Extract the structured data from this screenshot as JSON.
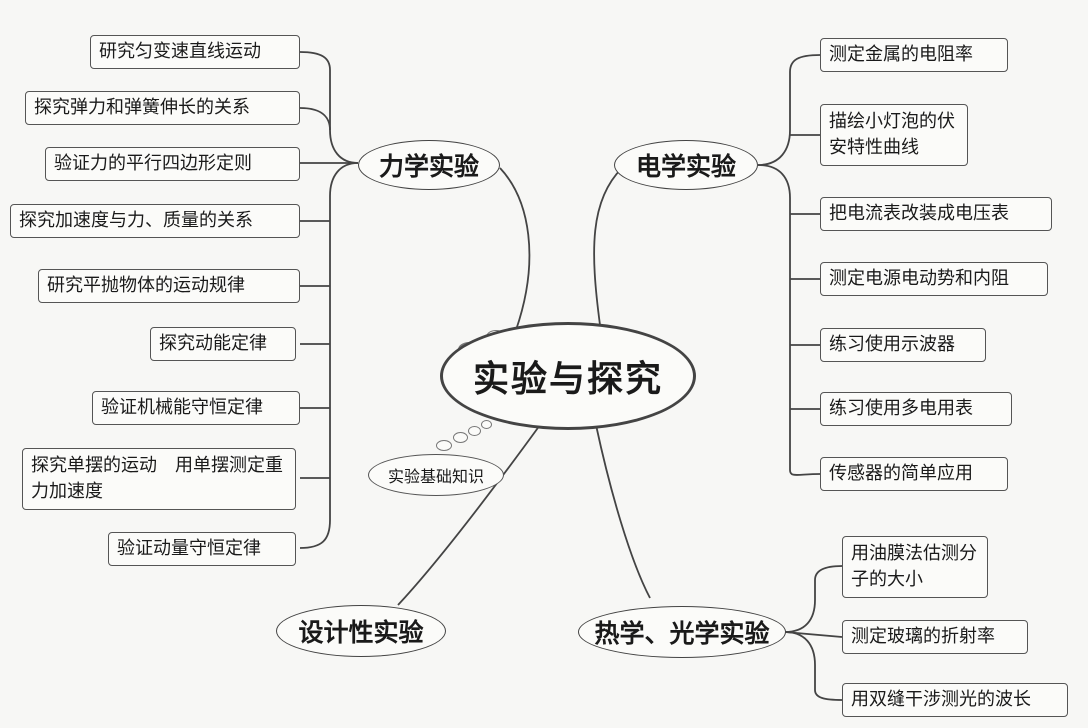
{
  "center": {
    "title": "实验与探究"
  },
  "basic_knowledge": {
    "label": "实验基础知识"
  },
  "mechanics": {
    "label": "力学实验",
    "items": [
      "研究匀变速直线运动",
      "探究弹力和弹簧伸长的关系",
      "验证力的平行四边形定则",
      "探究加速度与力、质量的关系",
      "研究平抛物体的运动规律",
      "探究动能定律",
      "验证机械能守恒定律",
      "探究单摆的运动　用单摆测定重力加速度",
      "验证动量守恒定律"
    ]
  },
  "electricity": {
    "label": "电学实验",
    "items": [
      "测定金属的电阻率",
      "描绘小灯泡的伏安特性曲线",
      "把电流表改装成电压表",
      "测定电源电动势和内阻",
      "练习使用示波器",
      "练习使用多电用表",
      "传感器的简单应用"
    ]
  },
  "design": {
    "label": "设计性实验"
  },
  "thermo_optics": {
    "label": "热学、光学实验",
    "items": [
      "用油膜法估测分子的大小",
      "测定玻璃的折射率",
      "用双缝干涉测光的波长"
    ]
  },
  "colors": {
    "line": "#444444",
    "bubble_fill": "#777777"
  }
}
